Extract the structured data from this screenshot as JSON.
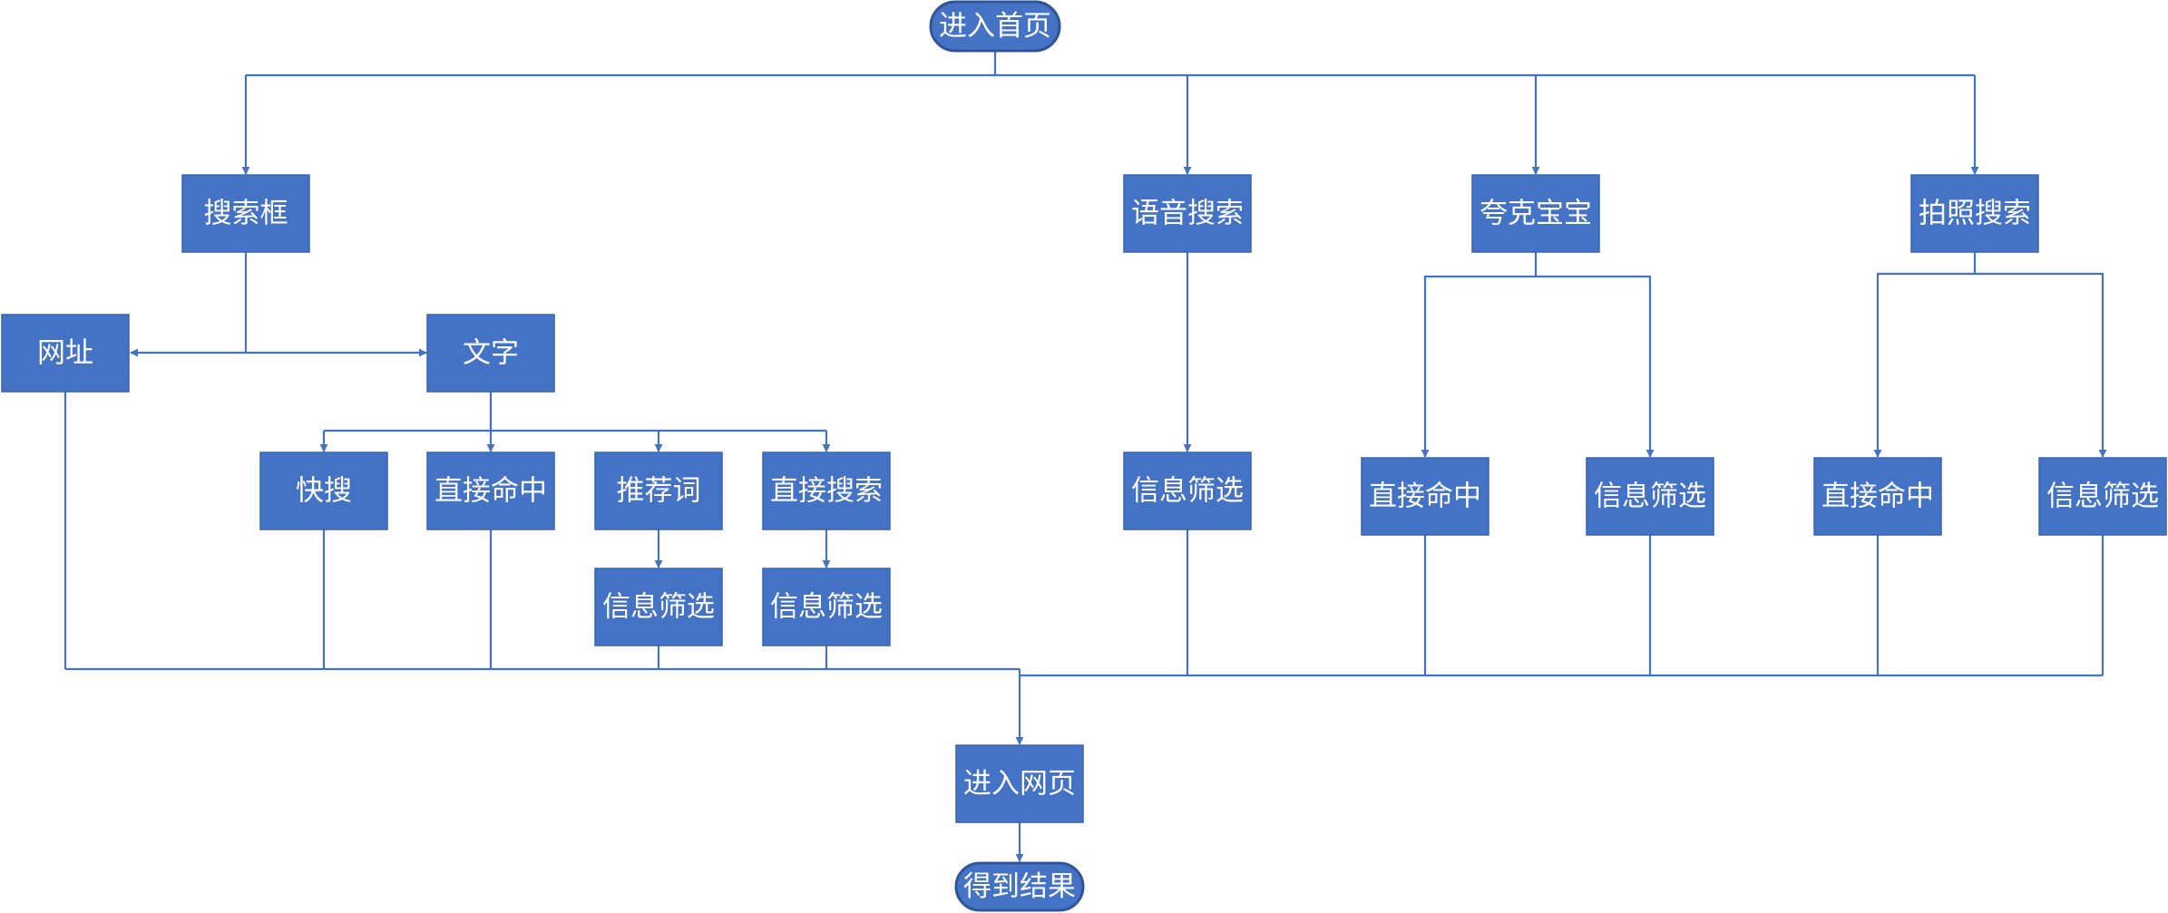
{
  "diagram": {
    "nodes": {
      "start": "进入首页",
      "search_box": "搜索框",
      "voice_search": "语音搜索",
      "kuake_baobao": "夸克宝宝",
      "photo_search": "拍照搜索",
      "url": "网址",
      "text": "文字",
      "quick_search": "快搜",
      "direct_hit_text": "直接命中",
      "recommend_words": "推荐词",
      "direct_search": "直接搜索",
      "filter_recommend": "信息筛选",
      "filter_direct_search": "信息筛选",
      "filter_voice": "信息筛选",
      "direct_hit_kuake": "直接命中",
      "filter_kuake": "信息筛选",
      "direct_hit_photo": "直接命中",
      "filter_photo": "信息筛选",
      "enter_webpage": "进入网页",
      "result": "得到结果"
    }
  }
}
